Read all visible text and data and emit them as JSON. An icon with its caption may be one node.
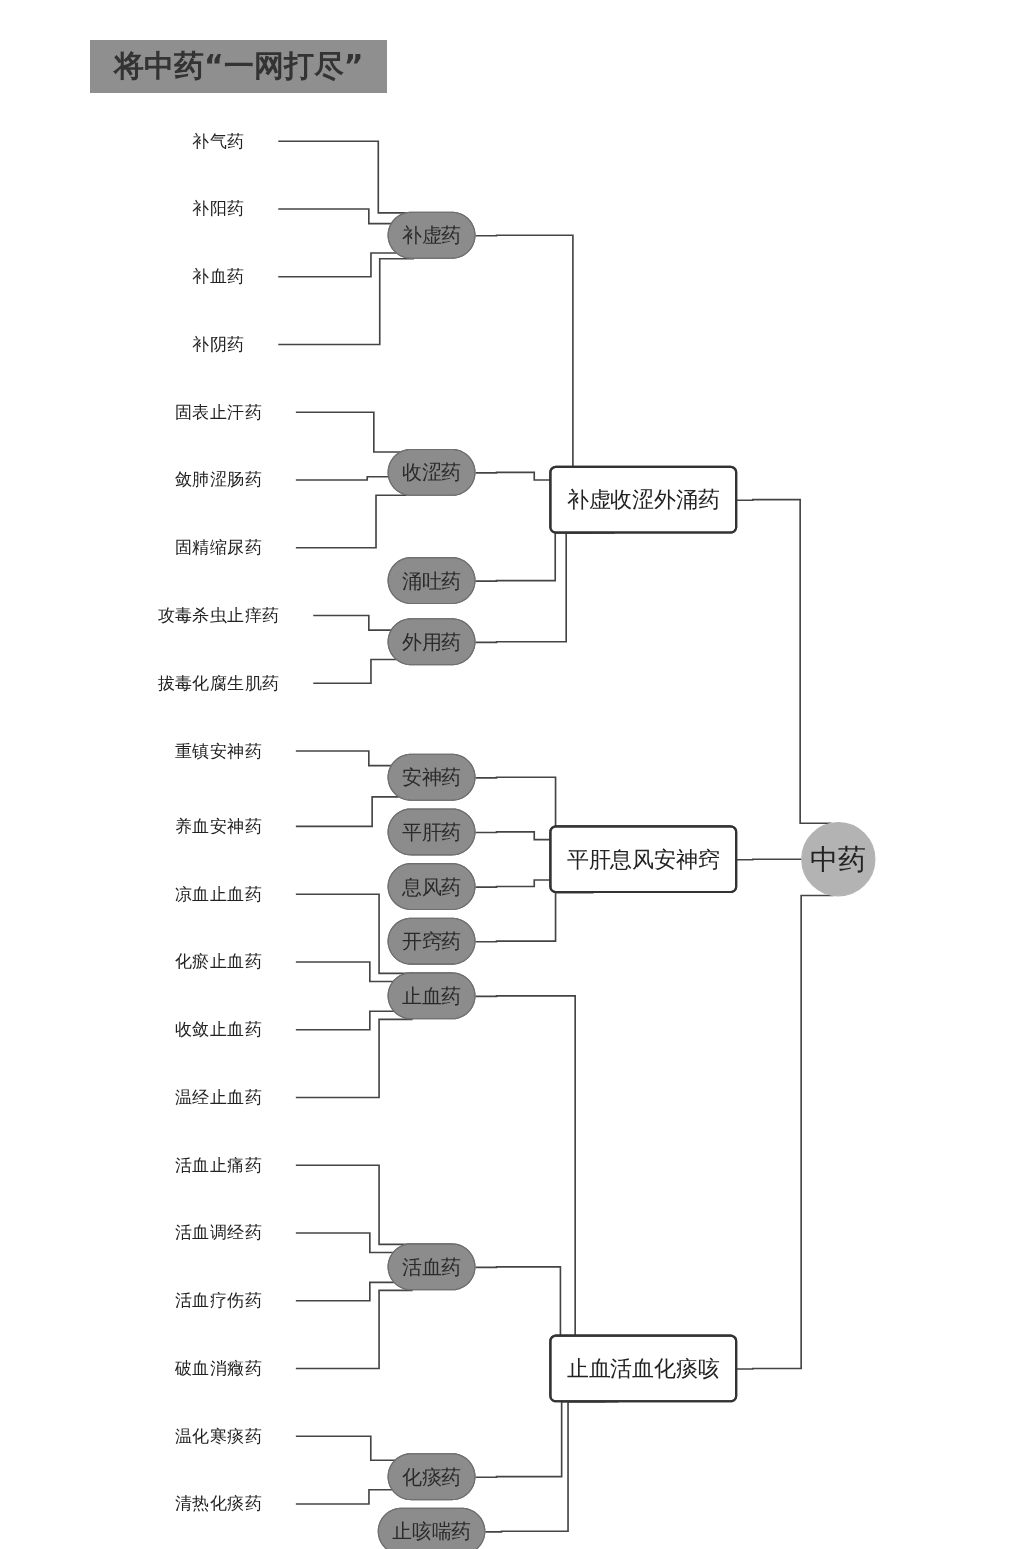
{
  "diagram": {
    "title": "将中药“一网打尽”",
    "nodes": [
      {
        "text": [
          "补气药"
        ]
      },
      {
        "text": [
          "补阳药"
        ]
      },
      {
        "text": [
          "补虚药"
        ]
      },
      {
        "text": [
          "补血药"
        ]
      },
      {
        "text": [
          "补阴药"
        ]
      },
      {
        "text": [
          "固表止汗药"
        ]
      },
      {
        "text": [
          "敛肺涩肠药"
        ]
      },
      {
        "text": [
          "收涩药"
        ]
      },
      {
        "text": [
          "补虚收涩外涌药"
        ]
      },
      {
        "text": [
          "固精缩尿药"
        ]
      },
      {
        "text": [
          "涌吐药"
        ]
      },
      {
        "text": [
          "攻毒杀虫止痒药"
        ]
      },
      {
        "text": [
          "拔毒化腐生肌药"
        ]
      },
      {
        "text": [
          "外用药"
        ]
      },
      {
        "text": [
          "中药"
        ]
      },
      {
        "text": [
          "重镇安神药"
        ]
      },
      {
        "text": [
          "安神药"
        ]
      },
      {
        "text": [
          "养血安神药"
        ]
      },
      {
        "text": [
          "平肝药"
        ]
      },
      {
        "text": [
          "平肝息风安神窍"
        ]
      },
      {
        "text": [
          "息风药"
        ]
      },
      {
        "text": [
          "开窍药"
        ]
      },
      {
        "text": [
          "凉血止血药"
        ]
      },
      {
        "text": [
          "化瘀止血药"
        ]
      },
      {
        "text": [
          "止血药"
        ]
      },
      {
        "text": [
          "收敛止血药"
        ]
      },
      {
        "text": [
          "温经止血药"
        ]
      },
      {
        "text": [
          "活血止痛药"
        ]
      },
      {
        "text": [
          "活血调经药"
        ]
      },
      {
        "text": [
          "活血药"
        ]
      },
      {
        "text": [
          "止血活血化痰咳"
        ]
      },
      {
        "text": [
          "活血疗伤药"
        ]
      },
      {
        "text": [
          "破血消癥药"
        ]
      },
      {
        "text": [
          "温化寒痰药"
        ]
      },
      {
        "text": [
          "化痰药"
        ]
      },
      {
        "text": [
          "清热化痰药"
        ]
      },
      {
        "text": [
          "止咳喘药"
        ]
      }
    ],
    "edges": [
      {
        "from": 0,
        "to": 2,
        "arrow": "none"
      },
      {
        "from": 1,
        "to": 2,
        "arrow": "none"
      },
      {
        "from": 3,
        "to": 2,
        "arrow": "none"
      },
      {
        "from": 4,
        "to": 2,
        "arrow": "none"
      },
      {
        "from": 5,
        "to": 7,
        "arrow": "none"
      },
      {
        "from": 6,
        "to": 7,
        "arrow": "none"
      },
      {
        "from": 9,
        "to": 7,
        "arrow": "none"
      },
      {
        "from": 11,
        "to": 13,
        "arrow": "none"
      },
      {
        "from": 12,
        "to": 13,
        "arrow": "none"
      },
      {
        "from": 2,
        "to": 8,
        "arrow": "none"
      },
      {
        "from": 7,
        "to": 8,
        "arrow": "none"
      },
      {
        "from": 10,
        "to": 8,
        "arrow": "none"
      },
      {
        "from": 13,
        "to": 8,
        "arrow": "none"
      },
      {
        "from": 8,
        "to": 14,
        "arrow": "none"
      },
      {
        "from": 15,
        "to": 16,
        "arrow": "none"
      },
      {
        "from": 17,
        "to": 16,
        "arrow": "none"
      },
      {
        "from": 16,
        "to": 19,
        "arrow": "none"
      },
      {
        "from": 18,
        "to": 19,
        "arrow": "none"
      },
      {
        "from": 20,
        "to": 19,
        "arrow": "none"
      },
      {
        "from": 21,
        "to": 19,
        "arrow": "none"
      },
      {
        "from": 19,
        "to": 14,
        "arrow": "none"
      },
      {
        "from": 22,
        "to": 24,
        "arrow": "none"
      },
      {
        "from": 23,
        "to": 24,
        "arrow": "none"
      },
      {
        "from": 25,
        "to": 24,
        "arrow": "none"
      },
      {
        "from": 26,
        "to": 24,
        "arrow": "none"
      },
      {
        "from": 27,
        "to": 29,
        "arrow": "none"
      },
      {
        "from": 28,
        "to": 29,
        "arrow": "none"
      },
      {
        "from": 31,
        "to": 29,
        "arrow": "none"
      },
      {
        "from": 32,
        "to": 29,
        "arrow": "none"
      },
      {
        "from": 33,
        "to": 34,
        "arrow": "none"
      },
      {
        "from": 35,
        "to": 34,
        "arrow": "none"
      },
      {
        "from": 24,
        "to": 30,
        "arrow": "none"
      },
      {
        "from": 29,
        "to": 30,
        "arrow": "none"
      },
      {
        "from": 34,
        "to": 30,
        "arrow": "none"
      },
      {
        "from": 36,
        "to": 30,
        "arrow": "none"
      },
      {
        "from": 30,
        "to": 14,
        "arrow": "none"
      }
    ]
  }
}
